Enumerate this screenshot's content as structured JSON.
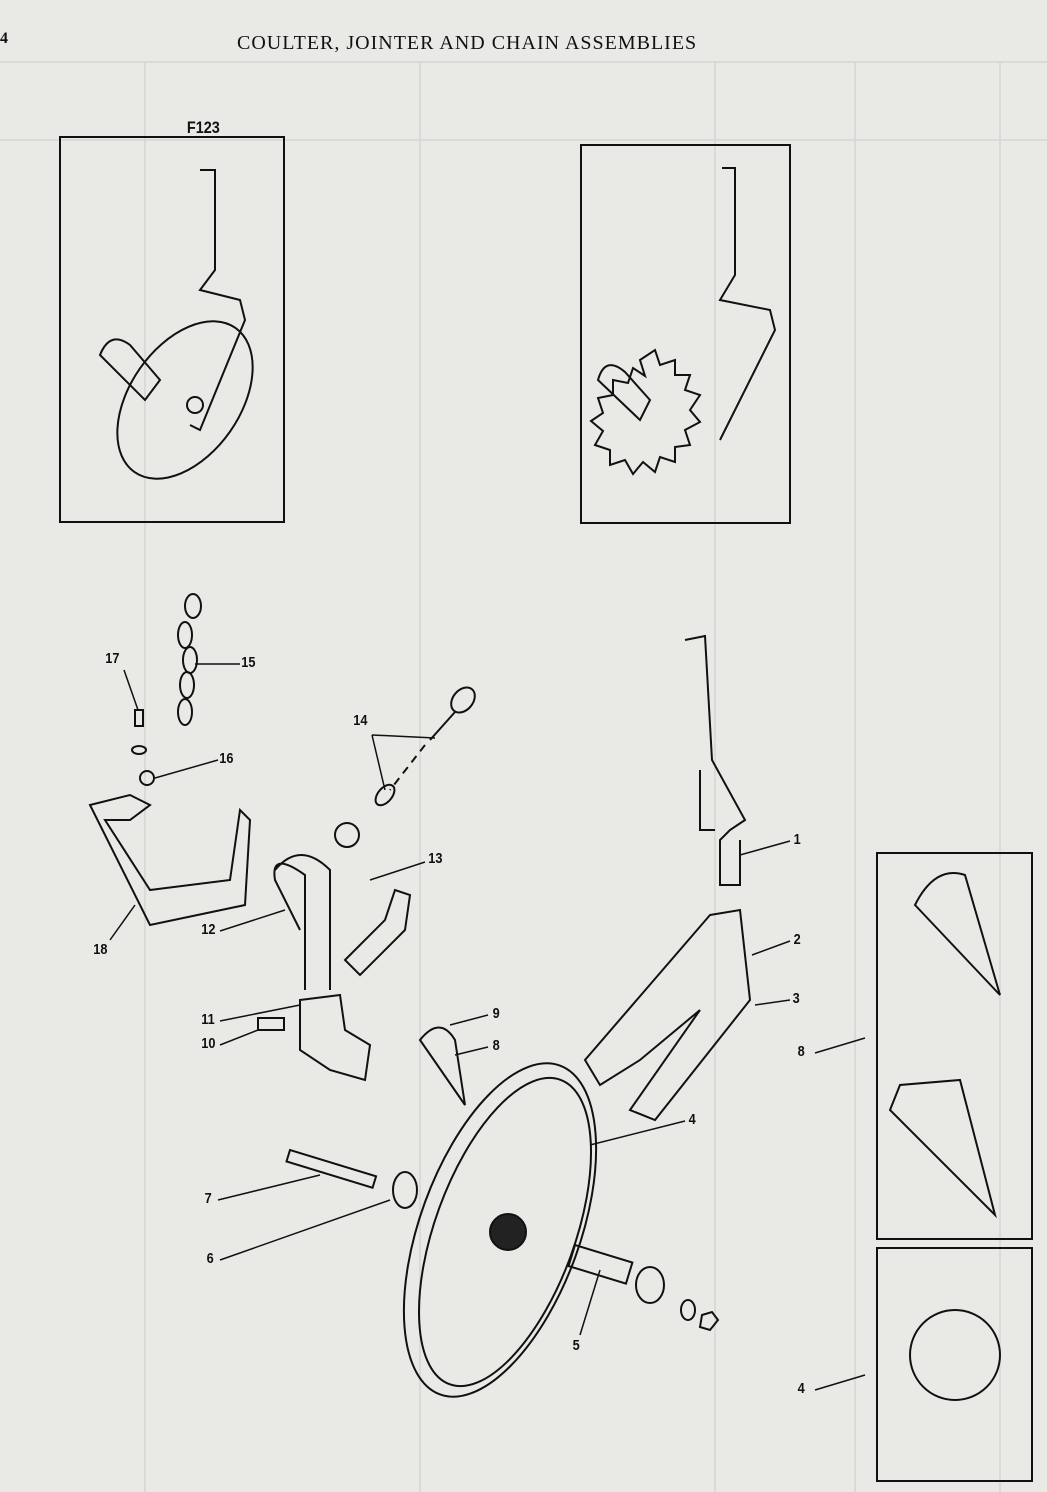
{
  "page_number": "4",
  "title": "COULTER, JOINTER AND CHAIN ASSEMBLIES",
  "figure_id": "F123",
  "callouts": [
    "1",
    "2",
    "3",
    "4",
    "5",
    "6",
    "7",
    "8",
    "9",
    "10",
    "11",
    "12",
    "13",
    "14",
    "15",
    "16",
    "17",
    "18",
    "8",
    "4"
  ]
}
